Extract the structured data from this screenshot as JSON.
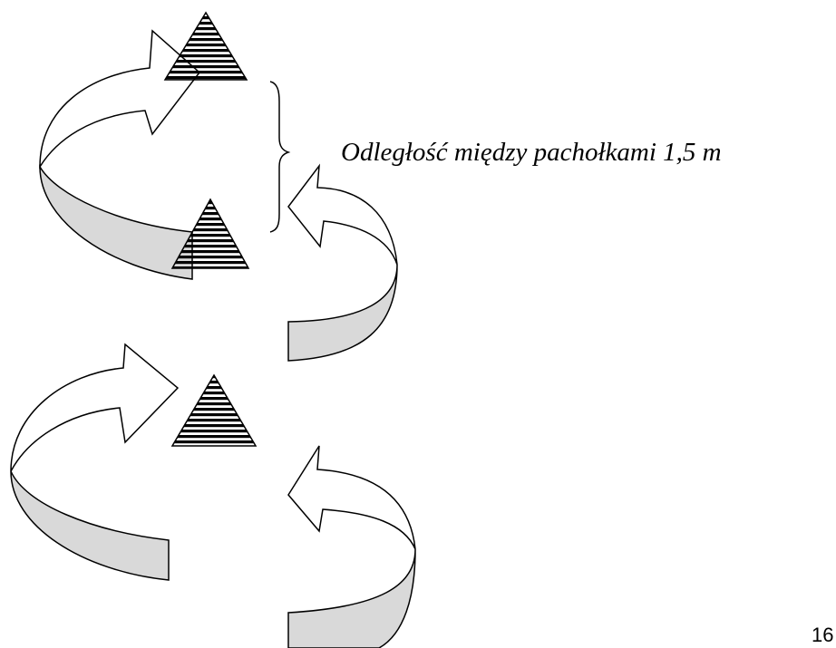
{
  "diagram": {
    "caption": "Odległość między pachołkami 1,5 m",
    "page_number": "16",
    "cones": [
      {
        "name": "cone-1"
      },
      {
        "name": "cone-2"
      },
      {
        "name": "cone-3"
      }
    ],
    "arrows": [
      {
        "name": "arrow-around-cone-1",
        "direction": "up-right"
      },
      {
        "name": "arrow-around-cone-2",
        "direction": "up-left"
      },
      {
        "name": "arrow-around-cone-3",
        "direction": "up-right"
      },
      {
        "name": "arrow-bottom-right",
        "direction": "up-left"
      }
    ],
    "colors": {
      "ribbon_back": "#d9d9d9",
      "ribbon_front": "#ffffff",
      "outline": "#000000",
      "cone_stripes": "#000000"
    }
  }
}
